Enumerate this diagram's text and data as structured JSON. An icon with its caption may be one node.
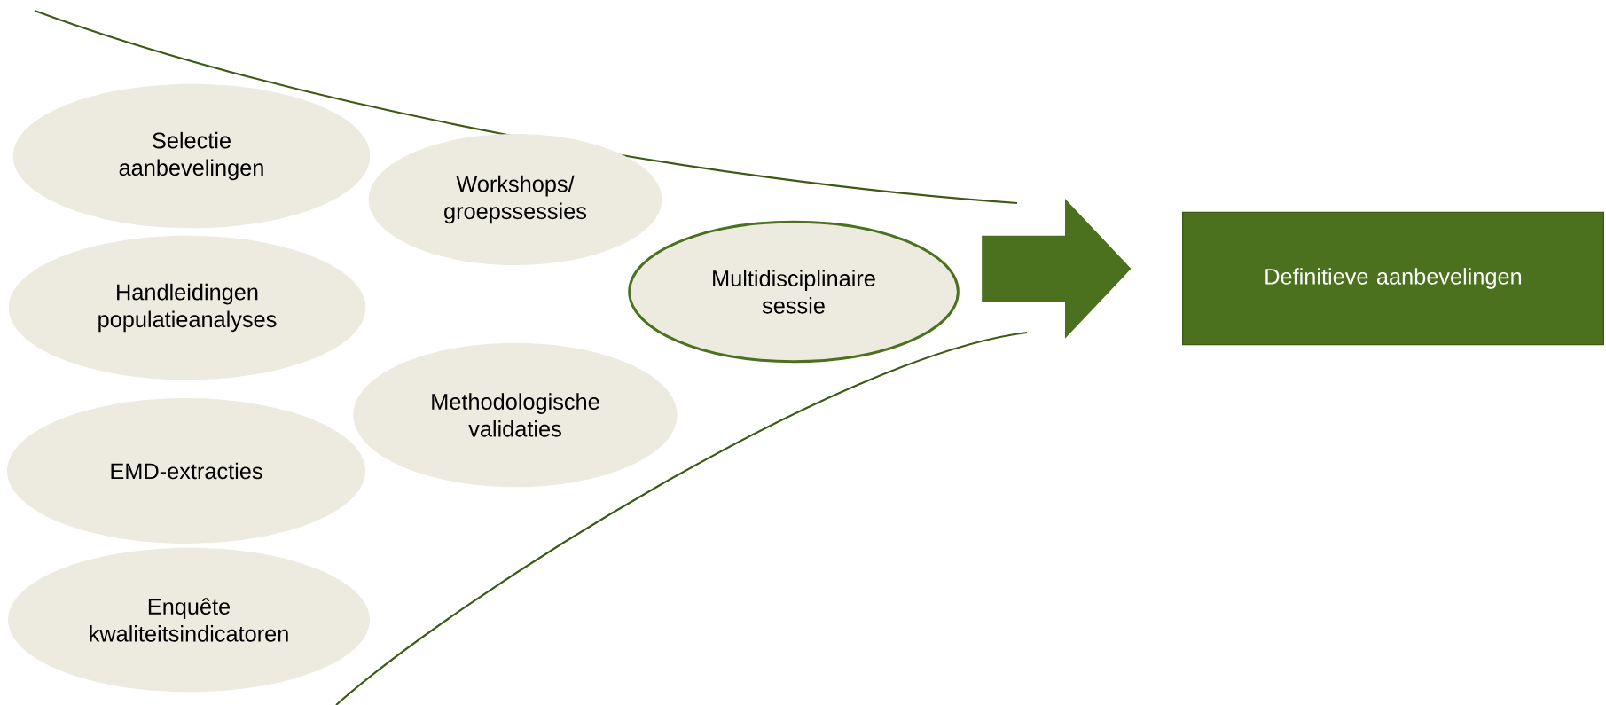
{
  "diagram": {
    "nodes": [
      {
        "text": [
          "Selectie aanbevelingen"
        ]
      },
      {
        "text": [
          "Handleidingen populatieanalyses"
        ]
      },
      {
        "text": [
          "EMD-extracties"
        ]
      },
      {
        "text": [
          "Enquête kwaliteitsindicatoren"
        ]
      },
      {
        "text": [
          "Workshops/ groepssessies"
        ]
      },
      {
        "text": [
          "Methodologische validaties"
        ]
      },
      {
        "text": [
          "Multidisciplinaire sessie"
        ]
      },
      {
        "text": [
          "Definitieve aanbevelingen"
        ]
      }
    ],
    "edges": [
      {
        "from": 6,
        "to": 7,
        "arrow": "to"
      }
    ]
  }
}
